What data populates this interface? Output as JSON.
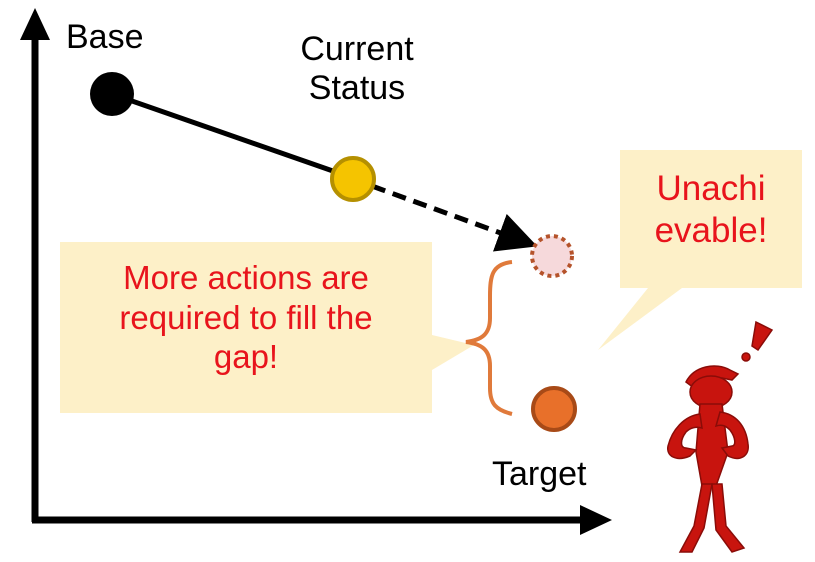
{
  "labels": {
    "base": "Base",
    "current_status": [
      "Current",
      "Status"
    ],
    "target": "Target"
  },
  "callouts": {
    "gap": [
      "More actions are",
      "required to fill the",
      "gap!"
    ],
    "unachievable": [
      "Unachi",
      "evable!"
    ]
  },
  "colors": {
    "axis": "#000000",
    "base_point": "#000000",
    "current_point": "#f5c400",
    "current_point_border": "#b59000",
    "projected_point_fill": "#f6d9db",
    "projected_point_border": "#b5532b",
    "target_point": "#e8702a",
    "target_point_border": "#a84a17",
    "brace": "#e07a3b",
    "callout_fill": "#fdf0c8",
    "callout_text": "#e8141c",
    "figure": "#c8140e"
  },
  "icons": {
    "figure": "thinking-person-icon"
  }
}
